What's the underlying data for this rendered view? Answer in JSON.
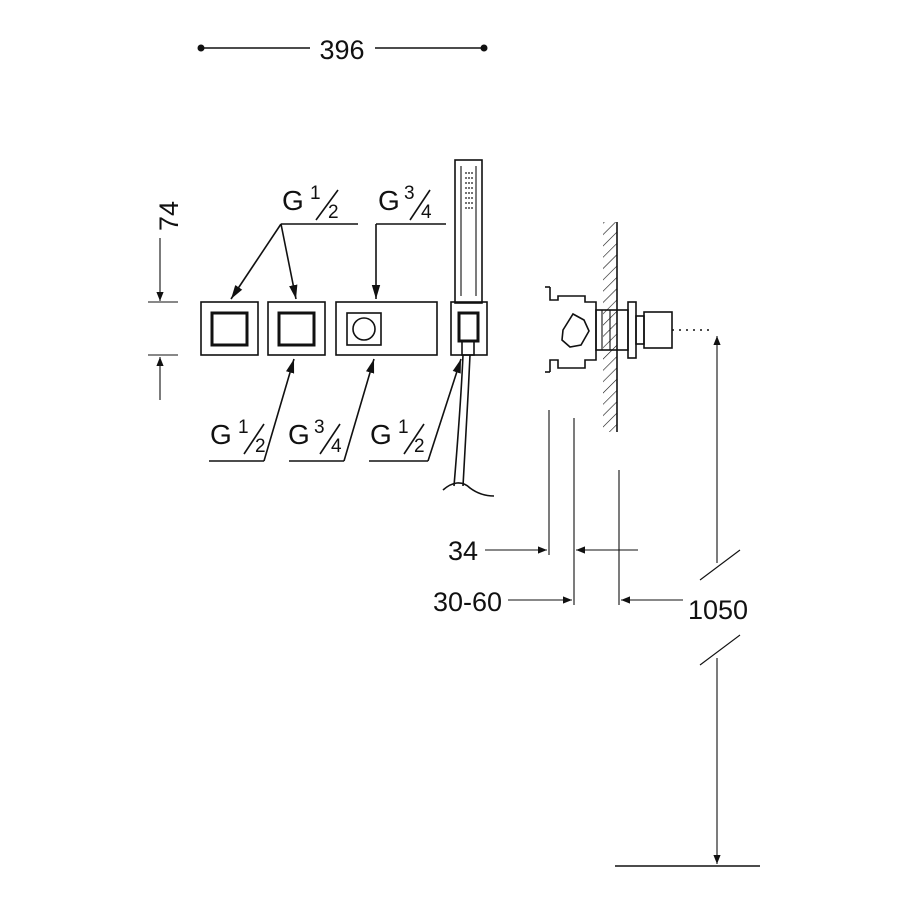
{
  "dimensions": {
    "overall_width": "396",
    "plate_height": "74",
    "wall_depth": "34",
    "adjust_range": "30-60",
    "install_height": "1050"
  },
  "thread_labels": {
    "top_left": {
      "g": "G",
      "num": "1",
      "den": "2"
    },
    "top_right": {
      "g": "G",
      "num": "3",
      "den": "4"
    },
    "bottom_1": {
      "g": "G",
      "num": "1",
      "den": "2"
    },
    "bottom_2": {
      "g": "G",
      "num": "3",
      "den": "4"
    },
    "bottom_3": {
      "g": "G",
      "num": "1",
      "den": "2"
    }
  }
}
